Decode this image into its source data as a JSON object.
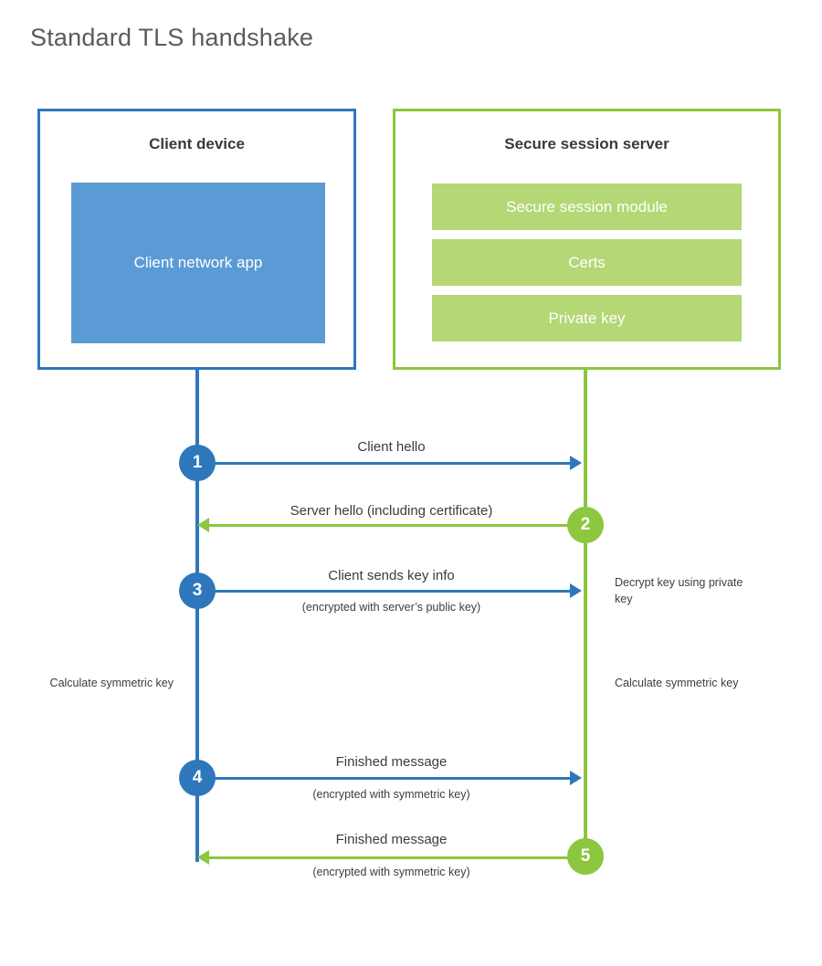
{
  "title": "Standard TLS handshake",
  "colors": {
    "client_accent": "#2e77bb",
    "server_accent": "#8dc63f",
    "client_app_fill": "#5b9bd5",
    "server_bar_fill": "#b5d775",
    "text": "#3c3c3c",
    "title_text": "#5b5b5b"
  },
  "parties": {
    "client": {
      "title": "Client device",
      "app_label": "Client network app"
    },
    "server": {
      "title": "Secure session server",
      "modules": [
        "Secure session module",
        "Certs",
        "Private key"
      ]
    }
  },
  "steps": [
    {
      "number": "1",
      "label": "Client hello",
      "sub": "",
      "direction": "client-to-server",
      "color": "blue"
    },
    {
      "number": "2",
      "label": "Server hello (including certificate)",
      "sub": "",
      "direction": "server-to-client",
      "color": "green"
    },
    {
      "number": "3",
      "label": "Client sends key info",
      "sub": "(encrypted with server’s public key)",
      "direction": "client-to-server",
      "color": "blue"
    },
    {
      "number": "4",
      "label": "Finished message",
      "sub": "(encrypted with symmetric key)",
      "direction": "client-to-server",
      "color": "blue"
    },
    {
      "number": "5",
      "label": "Finished message",
      "sub": "(encrypted with symmetric key)",
      "direction": "server-to-client",
      "color": "green"
    }
  ],
  "annotations": {
    "decrypt_key": "Decrypt key using private key",
    "client_calculate": "Calculate symmetric key",
    "server_calculate": "Calculate symmetric key"
  }
}
